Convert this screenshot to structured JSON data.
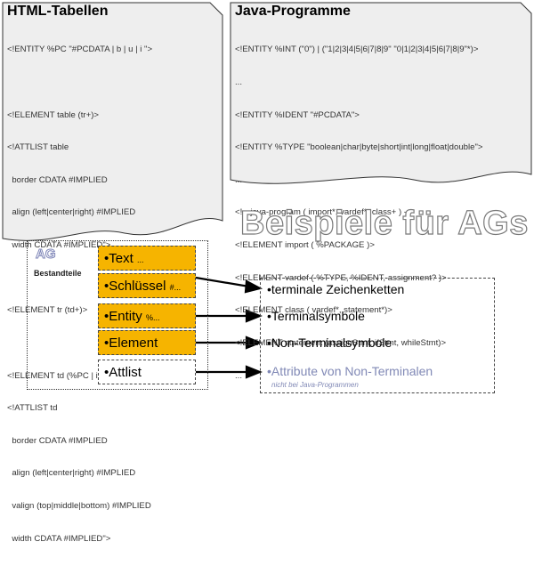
{
  "html_panel": {
    "title": "HTML-Tabellen",
    "lines": [
      "<!ENTITY %PC \"#PCDATA | b | u | i \">",
      "",
      "<!ELEMENT table (tr+)>",
      "<!ATTLIST table",
      "  border CDATA #IMPLIED",
      "  align (left|center|right) #IMPLIED",
      "  width CDATA #IMPLIED\">",
      "",
      "<!ELEMENT tr (td+)>",
      "",
      "<!ELEMENT td (%PC | image | p | a)*>",
      "<!ATTLIST td",
      "  border CDATA #IMPLIED",
      "  align (left|center|right) #IMPLIED",
      "  valign (top|middle|bottom) #IMPLIED",
      "  width CDATA #IMPLIED\">"
    ]
  },
  "java_panel": {
    "title": "Java-Programme",
    "lines": [
      "<!ENTITY %INT (\"0\") | (\"1|2|3|4|5|6|7|8|9\" \"0|1|2|3|4|5|6|7|8|9\"*)>",
      "...",
      "<!ENTITY %IDENT \"#PCDATA\">",
      "<!ENTITY %TYPE \"boolean|char|byte|short|int|long|float|double\">",
      "...",
      "<!-- java-program ( import*, vardef*, class+ ) -->",
      "<!ELEMENT import ( %PACKAGE )>",
      "<!ELEMENT vardef ( %TYPE, %IDENT, assignment? )>",
      "<!ELEMENT class ( vardef*, statement*)>",
      "<!ELEMENT statement (assignStmt, ifStmt, whileStmt)>",
      "..."
    ]
  },
  "big_title": "Beispiele für AGs",
  "ag": {
    "label": "AG",
    "sublabel": "Bestandteile",
    "boxes": [
      {
        "label": "•Text",
        "hint": "...",
        "style": "orange"
      },
      {
        "label": "•Schlüssel",
        "hint": "#...",
        "style": "orange"
      },
      {
        "label": "•Entity",
        "hint": "%...",
        "style": "orange"
      },
      {
        "label": "•Element",
        "hint": "",
        "style": "orange"
      },
      {
        "label": "•Attlist",
        "hint": "",
        "style": "white"
      }
    ]
  },
  "targets": {
    "items": [
      "•terminale Zeichenketten",
      "•Terminalsymbole",
      "•Non-Terminalsymbole",
      "•Attribute von Non-Terminalen"
    ],
    "note": "nicht bei Java-Programmen"
  },
  "colors": {
    "panel_fill": "#eeeeee",
    "box_orange": "#f6b400",
    "muted_blue": "#8189b6"
  }
}
